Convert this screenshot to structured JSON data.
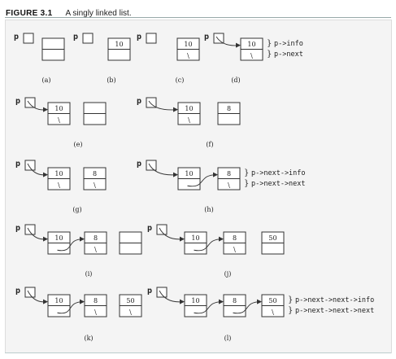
{
  "figure": {
    "label": "FIGURE 3.1",
    "caption": "A singly linked list."
  },
  "glyphs": {
    "pointer": "p",
    "null_marker": "\\"
  },
  "panels": [
    {
      "id": "a",
      "caption": "(a)",
      "nodes": [
        {
          "info": "",
          "next": ""
        }
      ],
      "links": 0,
      "notes": []
    },
    {
      "id": "b",
      "caption": "(b)",
      "nodes": [
        {
          "info": "10",
          "next": ""
        }
      ],
      "links": 0,
      "notes": []
    },
    {
      "id": "c",
      "caption": "(c)",
      "nodes": [
        {
          "info": "10",
          "next": "\\"
        }
      ],
      "links": 0,
      "notes": []
    },
    {
      "id": "d",
      "caption": "(d)",
      "nodes": [
        {
          "info": "10",
          "next": "\\"
        }
      ],
      "links": 1,
      "notes": [
        "p->info",
        "p->next"
      ]
    },
    {
      "id": "e",
      "caption": "(e)",
      "nodes": [
        {
          "info": "10",
          "next": "\\"
        },
        {
          "info": "",
          "next": ""
        }
      ],
      "links": 1,
      "notes": []
    },
    {
      "id": "f",
      "caption": "(f)",
      "nodes": [
        {
          "info": "10",
          "next": "\\"
        },
        {
          "info": "8",
          "next": ""
        }
      ],
      "links": 1,
      "notes": []
    },
    {
      "id": "g",
      "caption": "(g)",
      "nodes": [
        {
          "info": "10",
          "next": "\\"
        },
        {
          "info": "8",
          "next": "\\"
        }
      ],
      "links": 1,
      "notes": []
    },
    {
      "id": "h",
      "caption": "(h)",
      "nodes": [
        {
          "info": "10",
          "next": ""
        },
        {
          "info": "8",
          "next": "\\"
        }
      ],
      "links": 2,
      "notes": [
        "p->next->info",
        "p->next->next"
      ]
    },
    {
      "id": "i",
      "caption": "(i)",
      "nodes": [
        {
          "info": "10",
          "next": ""
        },
        {
          "info": "8",
          "next": "\\"
        },
        {
          "info": "",
          "next": ""
        }
      ],
      "links": 2,
      "notes": []
    },
    {
      "id": "j",
      "caption": "(j)",
      "nodes": [
        {
          "info": "10",
          "next": ""
        },
        {
          "info": "8",
          "next": "\\"
        },
        {
          "info": "50",
          "next": ""
        }
      ],
      "links": 2,
      "notes": []
    },
    {
      "id": "k",
      "caption": "(k)",
      "nodes": [
        {
          "info": "10",
          "next": ""
        },
        {
          "info": "8",
          "next": "\\"
        },
        {
          "info": "50",
          "next": "\\"
        }
      ],
      "links": 2,
      "notes": []
    },
    {
      "id": "l",
      "caption": "(l)",
      "nodes": [
        {
          "info": "10",
          "next": ""
        },
        {
          "info": "8",
          "next": ""
        },
        {
          "info": "50",
          "next": "\\"
        }
      ],
      "links": 3,
      "notes": [
        "p->next->next->info",
        "p->next->next->next"
      ]
    }
  ]
}
